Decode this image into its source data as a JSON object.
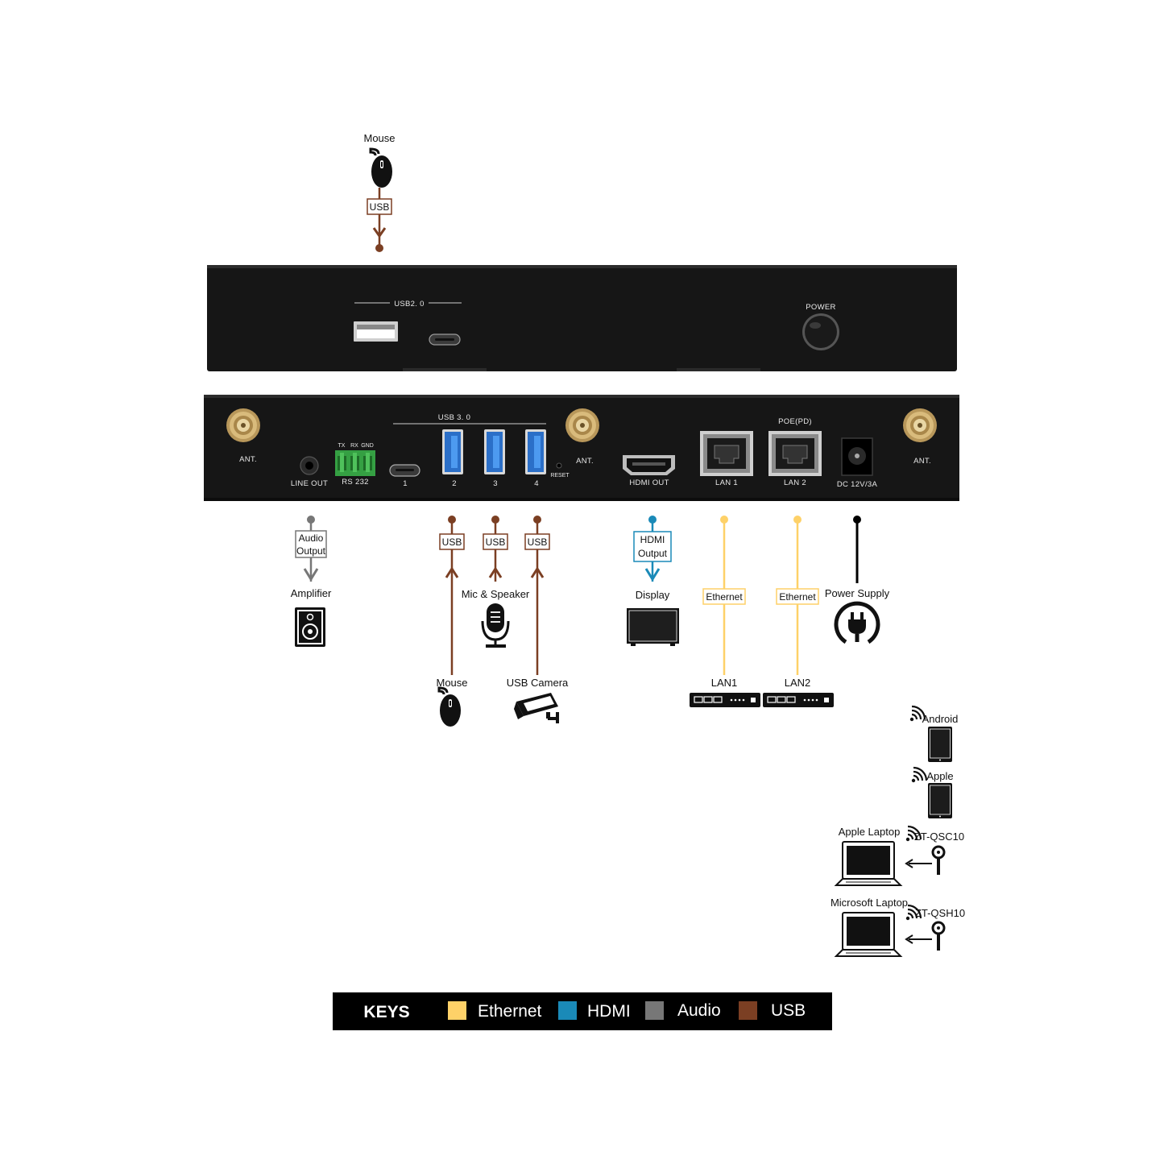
{
  "colors": {
    "ethernet": "#fed168",
    "hdmi": "#1a8ab8",
    "audio": "#777777",
    "usb": "#7b3f23",
    "power": "#000000",
    "panel": "#161616"
  },
  "front_panel": {
    "usb_group_label": "USB2. 0",
    "power_label": "POWER"
  },
  "rear_panel": {
    "ant_left": "ANT.",
    "ant_mid": "ANT.",
    "ant_right": "ANT.",
    "line_out": "LINE OUT",
    "rs232": "RS 232",
    "rs232_pins": [
      "TX",
      "RX",
      "GND"
    ],
    "usb3_group": "USB  3. 0",
    "usb_ports": [
      "1",
      "2",
      "3",
      "4"
    ],
    "reset": "RESET",
    "hdmi_out": "HDMI OUT",
    "lan1": "LAN 1",
    "lan2": "LAN 2",
    "poe": "POE(PD)",
    "dc": "DC 12V/3A"
  },
  "connections": {
    "top_mouse": {
      "device": "Mouse",
      "tag": "USB",
      "icon": "mouse-icon"
    },
    "audio": {
      "tag_line1": "Audio",
      "tag_line2": "Output",
      "device": "Amplifier",
      "icon": "speaker-icon"
    },
    "usb_mouse": {
      "tag": "USB",
      "device": "Mouse",
      "icon": "mouse-icon"
    },
    "usb_mic": {
      "tag": "USB",
      "device": "Mic & Speaker",
      "icon": "microphone-icon"
    },
    "usb_camera": {
      "tag": "USB",
      "device": "USB Camera",
      "icon": "camera-icon"
    },
    "hdmi": {
      "tag_line1": "HDMI",
      "tag_line2": "Output",
      "device": "Display",
      "icon": "display-icon"
    },
    "lan1": {
      "tag": "Ethernet",
      "device": "LAN1",
      "icon": "network-switch-icon"
    },
    "lan2": {
      "tag": "Ethernet",
      "device": "LAN2",
      "icon": "network-switch-icon"
    },
    "power": {
      "device": "Power Supply",
      "icon": "power-plug-icon"
    }
  },
  "wireless_devices": [
    {
      "name": "Android",
      "icon": "tablet-icon"
    },
    {
      "name": "Apple",
      "icon": "tablet-icon"
    },
    {
      "name": "ZT-QSC10",
      "icon": "dongle-icon"
    },
    {
      "name": "ZT-QSH10",
      "icon": "dongle-icon"
    }
  ],
  "laptops": [
    {
      "name": "Apple Laptop",
      "icon": "laptop-icon"
    },
    {
      "name": "Microsoft Laptop",
      "icon": "laptop-icon"
    }
  ],
  "legend": {
    "title": "KEYS",
    "items": [
      {
        "label": "Ethernet",
        "color": "#fed168"
      },
      {
        "label": "HDMI",
        "color": "#1a8ab8"
      },
      {
        "label": "Audio",
        "color": "#777777"
      },
      {
        "label": "USB",
        "color": "#7b3f23"
      }
    ]
  }
}
